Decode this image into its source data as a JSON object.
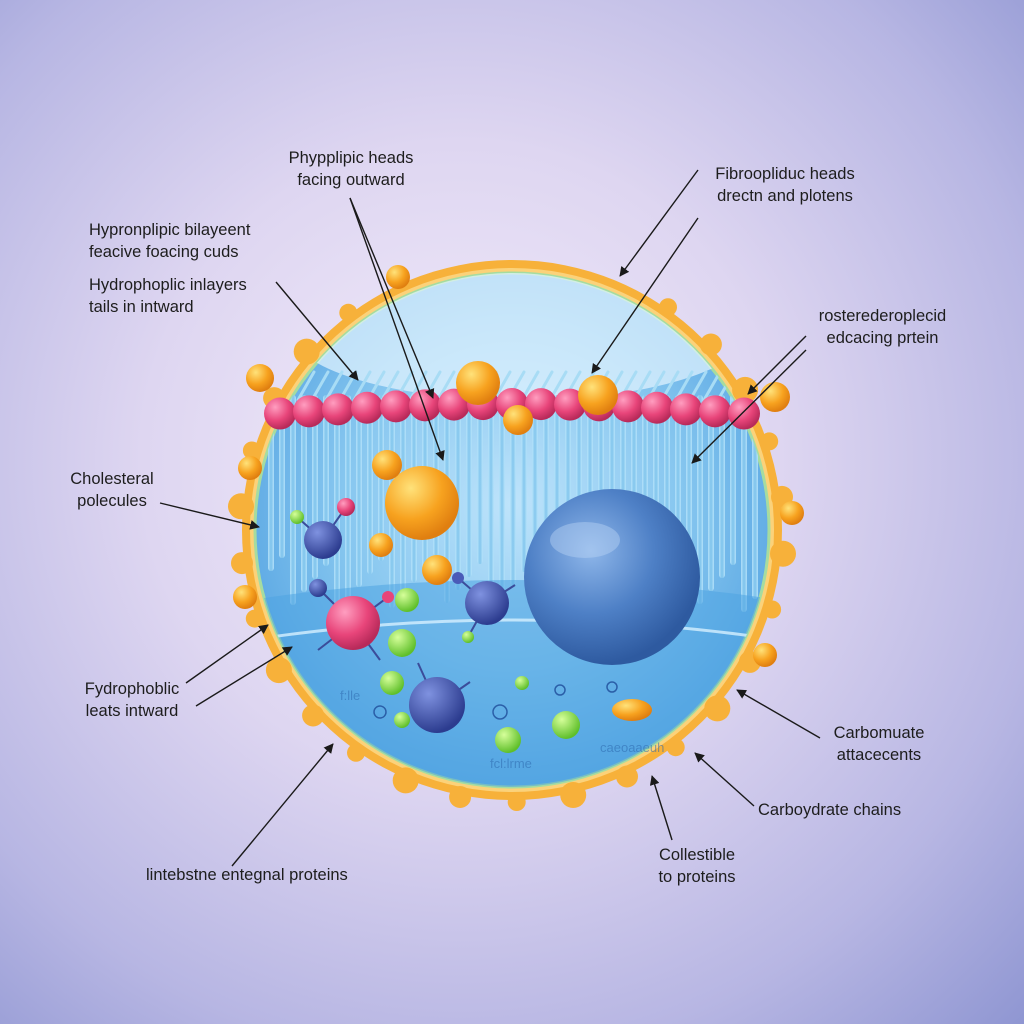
{
  "labels": {
    "phospholipid_heads": [
      "Phypplipic heads",
      "facing outward"
    ],
    "hydrophilic_bilayer": [
      "Hypronplipic bilayeent",
      "feacive foacing cuds"
    ],
    "hydrophobic_inlayers": [
      "Hydrophoplic inlayers",
      "tails in intward"
    ],
    "fibrous_heads": [
      "Fibroopliduc heads",
      "drectn and plotens"
    ],
    "rosterederoplecid": [
      "rosterederoplecid",
      "edcacing prtein"
    ],
    "cholesteral": [
      "Cholesteral",
      "polecules"
    ],
    "hydrophobic_leats": [
      "Fydrophoblic",
      "leats intward"
    ],
    "carbomuate": [
      "Carbomuate",
      "attacecents"
    ],
    "carbohydrate_chains": [
      "Carboydrate chains"
    ],
    "integral_proteins": [
      "lintebstne entegnal proteins"
    ],
    "collestible": [
      "Collestible",
      "to proteins"
    ]
  },
  "inner_text": [
    "f:lle",
    "fcl:lrme",
    "caeoaaeuh"
  ],
  "colors": {
    "membrane": "#f5a623",
    "head": "#e8457a",
    "tail": "#8fd0ef",
    "cytoplasm": "#6fb8ea",
    "protein_blue": "#3f6fb6",
    "arrow": "#1a1a1a"
  }
}
